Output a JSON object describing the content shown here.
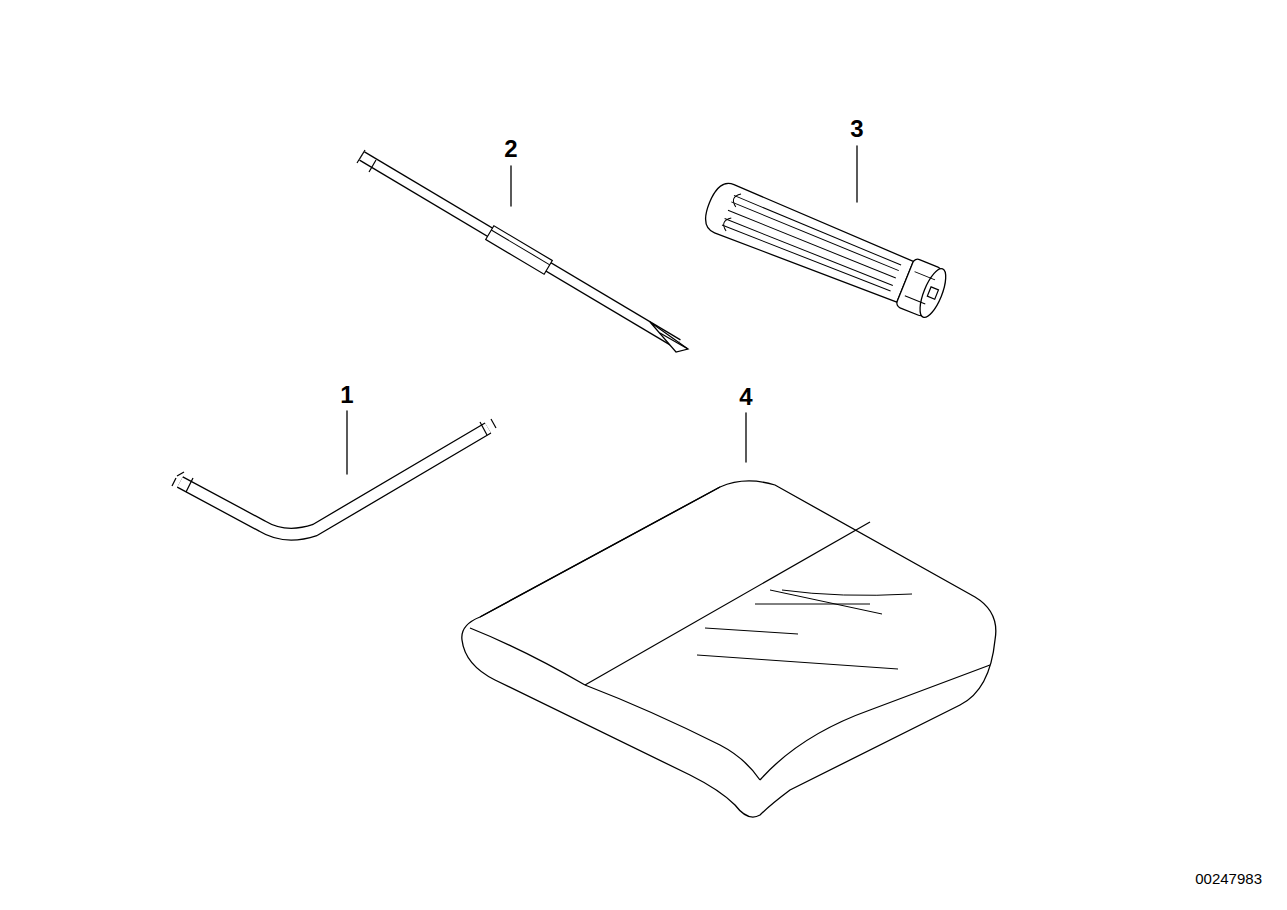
{
  "diagram": {
    "labels": [
      "1",
      "2",
      "3",
      "4",
      "00247983"
    ]
  }
}
